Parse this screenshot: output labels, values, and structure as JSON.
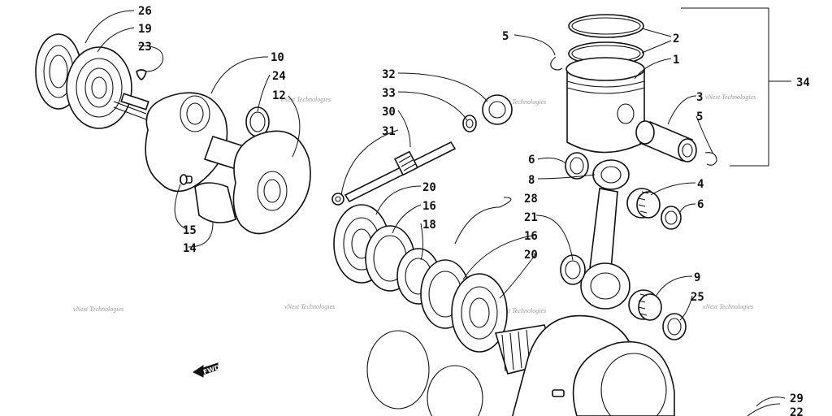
{
  "diagram": {
    "callouts": [
      "26",
      "19",
      "23",
      "10",
      "24",
      "12",
      "32",
      "33",
      "30",
      "31",
      "5",
      "2",
      "1",
      "34",
      "3",
      "5",
      "6",
      "8",
      "4",
      "6",
      "20",
      "16",
      "18",
      "28",
      "21",
      "16",
      "20",
      "15",
      "14",
      "9",
      "25",
      "29",
      "22"
    ],
    "watermark": "vNext Technologies",
    "fwd_label": "FWD"
  }
}
